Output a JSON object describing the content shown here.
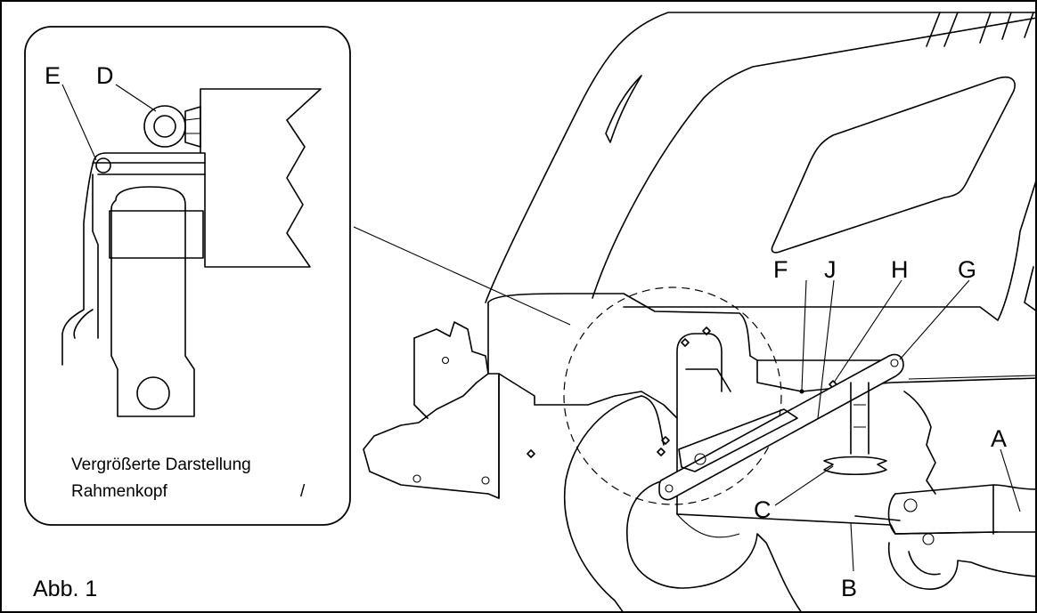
{
  "figure": {
    "label": "Abb. 1"
  },
  "inset": {
    "caption_line1": "Vergrößerte Darstellung",
    "caption_line2": "Rahmenkopf",
    "caption_mark": "/",
    "labels": {
      "E": "E",
      "D": "D"
    }
  },
  "parts": {
    "A": "A",
    "B": "B",
    "C": "C",
    "F": "F",
    "G": "G",
    "H": "H",
    "J": "J"
  }
}
